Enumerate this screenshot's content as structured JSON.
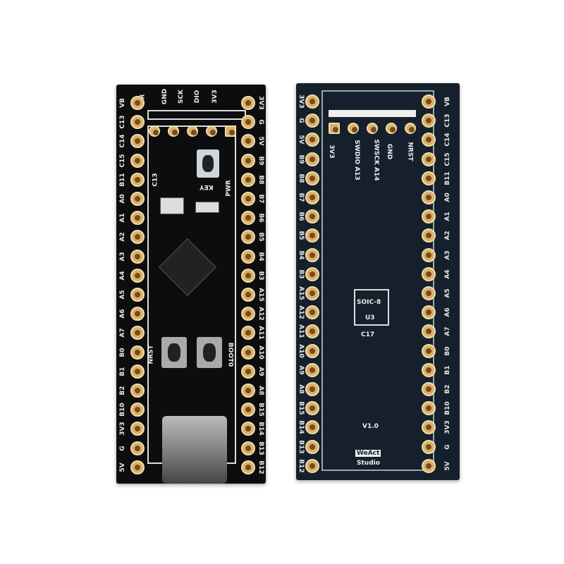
{
  "front": {
    "left_pins": [
      "VB",
      "C13",
      "C14",
      "C15",
      "B11",
      "A0",
      "A1",
      "A2",
      "A3",
      "A4",
      "A5",
      "A6",
      "A7",
      "B0",
      "B1",
      "B2",
      "B10",
      "3V3",
      "G",
      "5V"
    ],
    "right_pins": [
      "3V3",
      "G",
      "5V",
      "B9",
      "B8",
      "B7",
      "B6",
      "B5",
      "B4",
      "B3",
      "A15",
      "A12",
      "A11",
      "A10",
      "A9",
      "A8",
      "B15",
      "B14",
      "B13",
      "B12"
    ],
    "header_labels": [
      "R",
      "GND",
      "SCK",
      "DIO",
      "3V3"
    ],
    "silkscreen": {
      "c13": "C13",
      "key": "KEY",
      "pwr": "PWR",
      "nrst": "NRST",
      "boot0": "BOOT0"
    }
  },
  "back": {
    "left_pins": [
      "3V3",
      "G",
      "5V",
      "B9",
      "B8",
      "B7",
      "B6",
      "B5",
      "B4",
      "B3",
      "A15",
      "A12",
      "A11",
      "A10",
      "A9",
      "A8",
      "B15",
      "B14",
      "B13",
      "B12"
    ],
    "right_pins": [
      "VB",
      "C13",
      "C14",
      "C15",
      "B11",
      "A0",
      "A1",
      "A2",
      "A3",
      "A4",
      "A5",
      "A6",
      "A7",
      "B0",
      "B1",
      "B2",
      "B10",
      "3V3",
      "G",
      "5V"
    ],
    "swd_labels": [
      "3V3",
      "SWDIO  A13",
      "SWSCK  A14",
      "GND",
      "NRST"
    ],
    "silkscreen": {
      "soic": "SOIC-8",
      "u3": "U3",
      "c17": "C17",
      "version": "V1.0",
      "brand_top": "WeAct",
      "brand_bottom": "Studio"
    }
  },
  "colors": {
    "front_pcb": "#0d0d0f",
    "back_pcb": "#15202c",
    "pad": "#d8b16a"
  }
}
